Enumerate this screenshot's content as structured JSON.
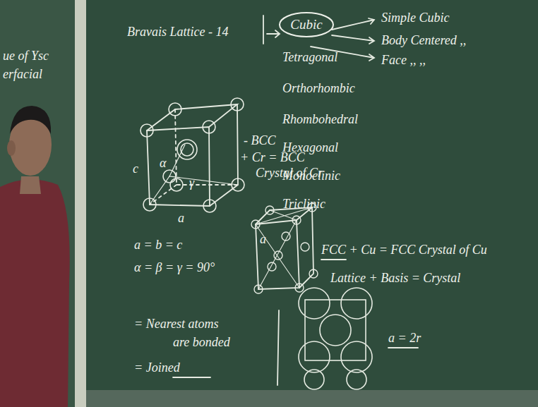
{
  "diagram": {
    "nodes": [
      {
        "text": [
          "Cubic"
        ]
      }
    ],
    "labels": [
      "ue of Ysc",
      "erfacial",
      "Bravais Lattice - 14",
      "Simple Cubic",
      "Body Centered ,,",
      "Face ,, ,,",
      "Tetragonal",
      "Orthorhombic",
      "Rhombohedral",
      "Hexagonal",
      "Monoclinic",
      "Triclinic",
      "c",
      "a",
      "α",
      "γ",
      "- BCC",
      "+ Cr = BCC",
      "Crystal of Cr",
      "a",
      "a = b = c",
      "α = β = γ = 90°",
      "FCC + Cu = FCC Crystal of Cu",
      "Lattice + Basis = Crystal",
      "a = 2r",
      "= Nearest atoms",
      "are bonded",
      "= Joined"
    ]
  }
}
